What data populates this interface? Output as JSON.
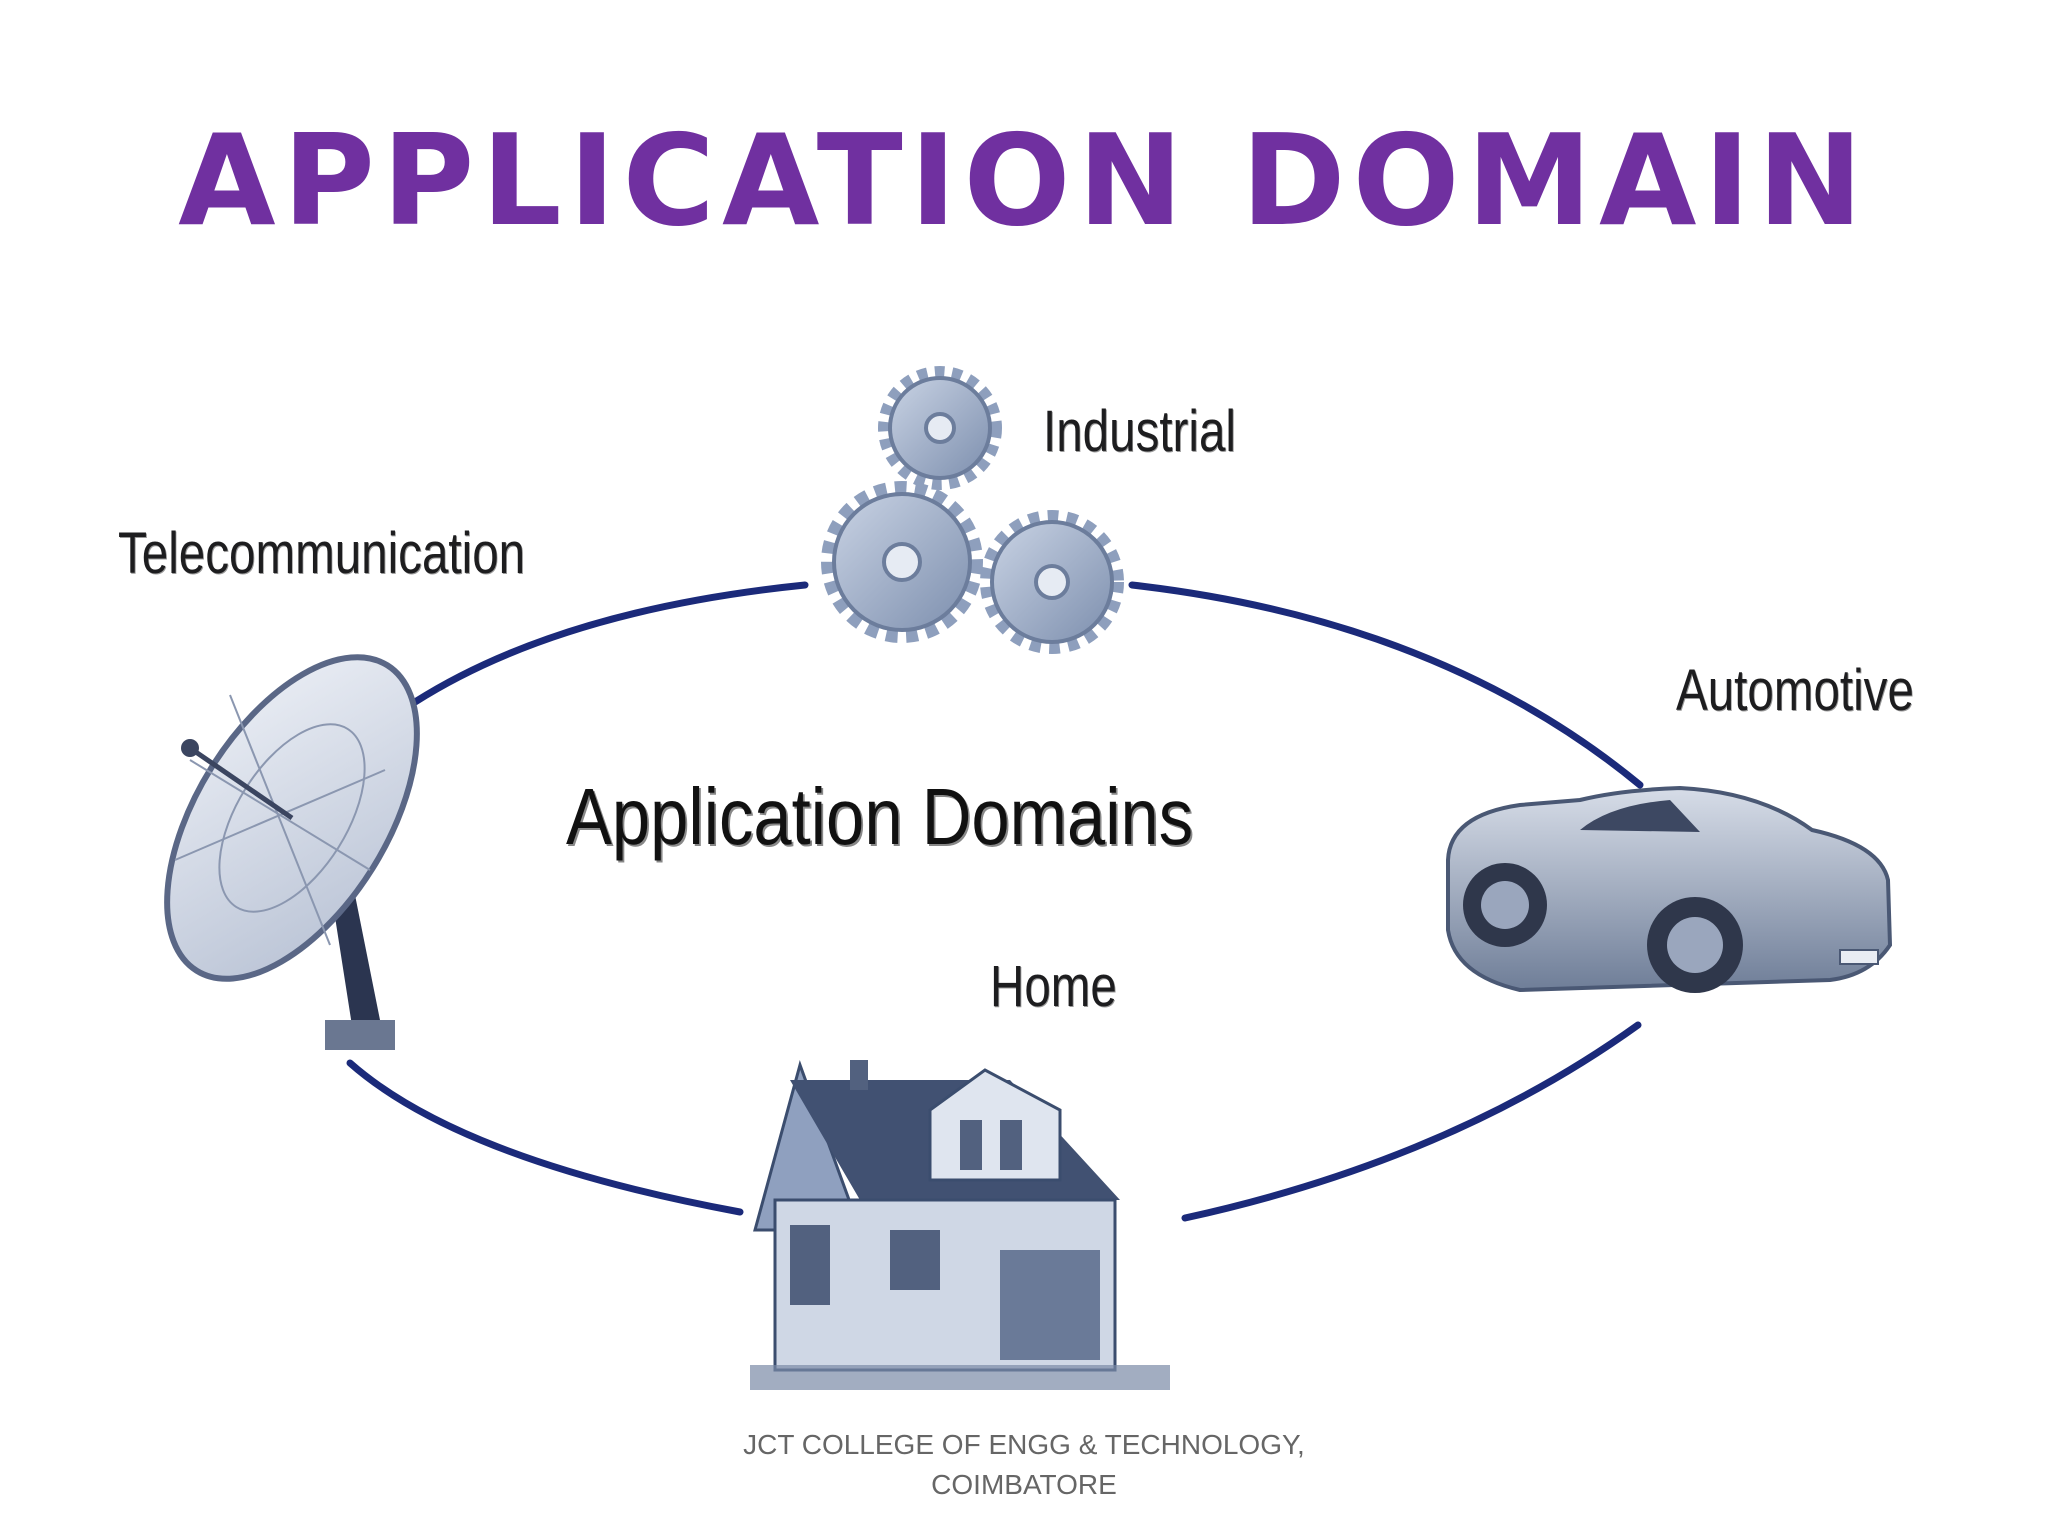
{
  "slide": {
    "title": "APPLICATION DOMAIN"
  },
  "diagram": {
    "center_label": "Application Domains",
    "nodes": [
      {
        "id": "industrial",
        "label": "Industrial",
        "icon": "gears-icon"
      },
      {
        "id": "telecommunication",
        "label": "Telecommunication",
        "icon": "satellite-dish-icon"
      },
      {
        "id": "automotive",
        "label": "Automotive",
        "icon": "car-icon"
      },
      {
        "id": "home",
        "label": "Home",
        "icon": "house-icon"
      }
    ],
    "colors": {
      "cycle_line": "#1b2a7a",
      "title": "#7030a0",
      "icon_fill": "#9fb0cc",
      "icon_dark": "#3b4d6e"
    }
  },
  "footer": {
    "line1": "JCT COLLEGE OF ENGG & TECHNOLOGY,",
    "line2": "COIMBATORE"
  }
}
